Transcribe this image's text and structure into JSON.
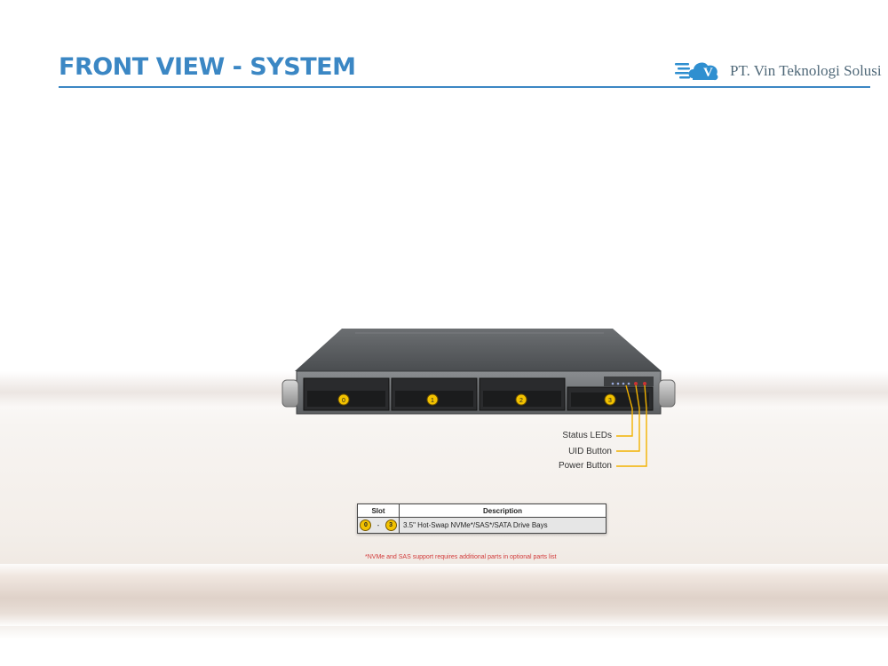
{
  "header": {
    "title": "FRONT VIEW - SYSTEM",
    "company": "PT. Vin Teknologi Solusi",
    "logo_letter": "V",
    "accent_color": "#3b87c4"
  },
  "server": {
    "bays": [
      "0",
      "1",
      "2",
      "3"
    ],
    "callouts": [
      {
        "label": "Status LEDs"
      },
      {
        "label": "UID Button"
      },
      {
        "label": "Power Button"
      }
    ],
    "callout_color": "#f2b200"
  },
  "slot_table": {
    "headers": {
      "slot": "Slot",
      "description": "Description"
    },
    "rows": [
      {
        "slot_from": "0",
        "dash": "-",
        "slot_to": "3",
        "description": "3.5\" Hot-Swap NVMe*/SAS*/SATA Drive  Bays"
      }
    ]
  },
  "footnote": "*NVMe and SAS support requires additional parts in optional parts list"
}
